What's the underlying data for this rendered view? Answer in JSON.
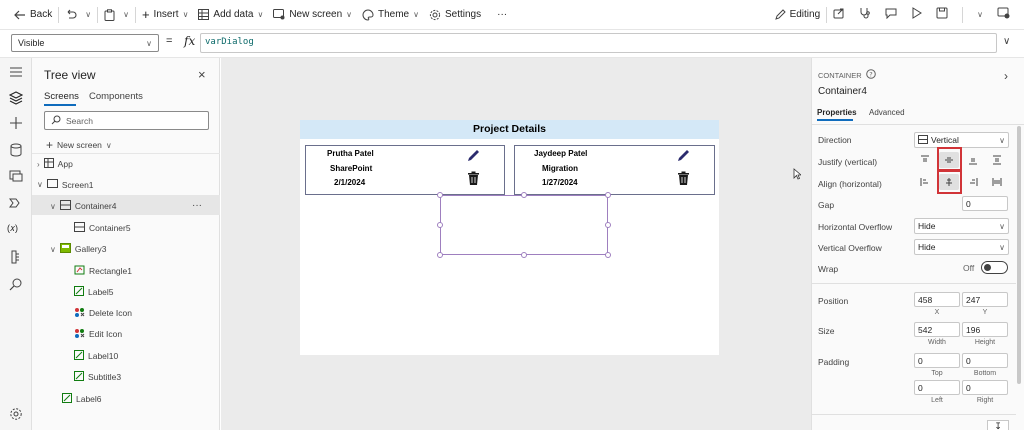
{
  "toolbar": {
    "back": "Back",
    "insert": "Insert",
    "add_data": "Add data",
    "new_screen": "New screen",
    "theme": "Theme",
    "settings": "Settings",
    "more": "···",
    "editing": "Editing"
  },
  "formula": {
    "property": "Visible",
    "eq": "=",
    "fx": "fx",
    "value": "varDialog"
  },
  "tree": {
    "title": "Tree view",
    "tabs": [
      "Screens",
      "Components"
    ],
    "search_placeholder": "Search",
    "new_screen": "New screen",
    "nodes": {
      "app": "App",
      "screen1": "Screen1",
      "container4": "Container4",
      "container5": "Container5",
      "gallery3": "Gallery3",
      "rectangle1": "Rectangle1",
      "label5": "Label5",
      "delete_icon": "Delete Icon",
      "edit_icon": "Edit Icon",
      "label10": "Label10",
      "subtitle3": "Subtitle3",
      "label6": "Label6"
    },
    "more": "···"
  },
  "canvas": {
    "title": "Project Details",
    "cards": [
      {
        "name": "Prutha Patel",
        "project": "SharePoint",
        "date": "2/1/2024"
      },
      {
        "name": "Jaydeep Patel",
        "project": "Migration",
        "date": "1/27/2024"
      }
    ]
  },
  "props": {
    "type": "CONTAINER",
    "name": "Container4",
    "tabs": [
      "Properties",
      "Advanced"
    ],
    "direction_label": "Direction",
    "direction_value": "Vertical",
    "justify_label": "Justify (vertical)",
    "align_label": "Align (horizontal)",
    "gap_label": "Gap",
    "gap_value": "0",
    "h_overflow_label": "Horizontal Overflow",
    "h_overflow_value": "Hide",
    "v_overflow_label": "Vertical Overflow",
    "v_overflow_value": "Hide",
    "wrap_label": "Wrap",
    "wrap_value": "Off",
    "position_label": "Position",
    "position_x": "458",
    "position_y": "247",
    "x_label": "X",
    "y_label": "Y",
    "size_label": "Size",
    "width": "542",
    "height": "196",
    "width_label": "Width",
    "height_label": "Height",
    "padding_label": "Padding",
    "pad_top": "0",
    "pad_bottom": "0",
    "pad_left": "0",
    "pad_right": "0",
    "top_label": "Top",
    "bottom_label": "Bottom",
    "left_label": "Left",
    "right_label": "Right"
  },
  "colors": {
    "accent": "#0f6cbd",
    "header_band": "#d4e8f7",
    "highlight": "#d13438",
    "selection": "#9e7fbf"
  }
}
